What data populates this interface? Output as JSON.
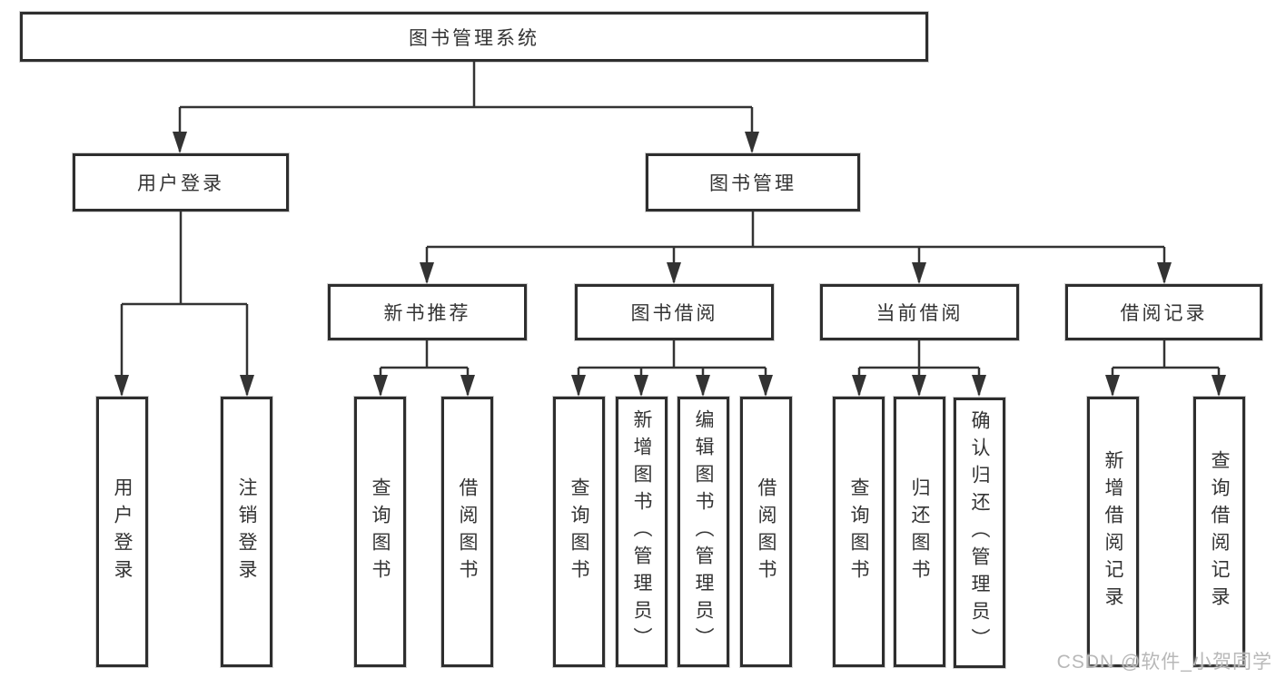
{
  "tree": {
    "root": {
      "label": "图书管理系统"
    },
    "level2": [
      {
        "label": "用户登录"
      },
      {
        "label": "图书管理"
      }
    ],
    "level3": [
      {
        "label": "新书推荐"
      },
      {
        "label": "图书借阅"
      },
      {
        "label": "当前借阅"
      },
      {
        "label": "借阅记录"
      }
    ],
    "leaves": [
      {
        "label": "用户登录"
      },
      {
        "label": "注销登录"
      },
      {
        "label": "查询图书"
      },
      {
        "label": "借阅图书"
      },
      {
        "label": "查询图书"
      },
      {
        "label": "新增图书（管理员）"
      },
      {
        "label": "编辑图书（管理员）"
      },
      {
        "label": "借阅图书"
      },
      {
        "label": "查询图书"
      },
      {
        "label": "归还图书"
      },
      {
        "label": "确认归还（管理员）"
      },
      {
        "label": "新增借阅记录"
      },
      {
        "label": "查询借阅记录"
      }
    ]
  },
  "watermark": {
    "text": "CSDN @软件_小贺同学"
  },
  "colors": {
    "line": "#333333",
    "box_border": "#2e2e2e",
    "text": "#333333",
    "background": "#ffffff",
    "watermark": "#b8b8b8"
  }
}
